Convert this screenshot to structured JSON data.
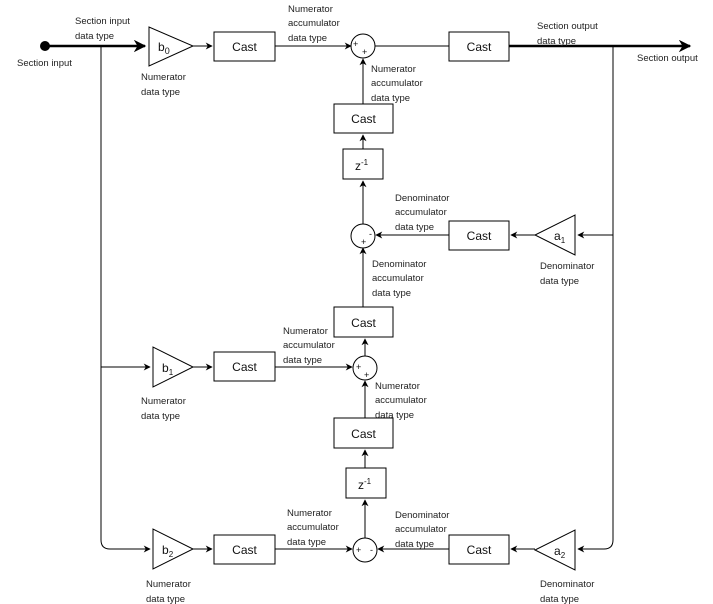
{
  "diagram": {
    "title": "Biquad filter section (Direct Form II) data type diagram",
    "terminals": {
      "input": "Section input",
      "input_type": [
        "Section input",
        "data type"
      ],
      "output": "Section output",
      "output_type": [
        "Section output",
        "data type"
      ]
    },
    "gains": {
      "b0": {
        "base": "b",
        "sub": "0",
        "label": [
          "Numerator",
          "data type"
        ]
      },
      "b1": {
        "base": "b",
        "sub": "1",
        "label": [
          "Numerator",
          "data type"
        ]
      },
      "b2": {
        "base": "b",
        "sub": "2",
        "label": [
          "Numerator",
          "data type"
        ]
      },
      "a1": {
        "base": "a",
        "sub": "1",
        "label": [
          "Denominator",
          "data type"
        ]
      },
      "a2": {
        "base": "a",
        "sub": "2",
        "label": [
          "Denominator",
          "data type"
        ]
      }
    },
    "cast_label": "Cast",
    "delay": {
      "base": "z",
      "exp": "-1"
    },
    "sums": {
      "sum_top": [
        "+",
        "+"
      ],
      "sum_den1": [
        "-",
        "+"
      ],
      "sum_mid": [
        "+",
        "+"
      ],
      "sum_bottom": [
        "+",
        "-"
      ]
    },
    "annotations": {
      "num_acc": [
        "Numerator",
        "accumulator",
        "data type"
      ],
      "den_acc": [
        "Denominator",
        "accumulator",
        "data type"
      ]
    }
  }
}
